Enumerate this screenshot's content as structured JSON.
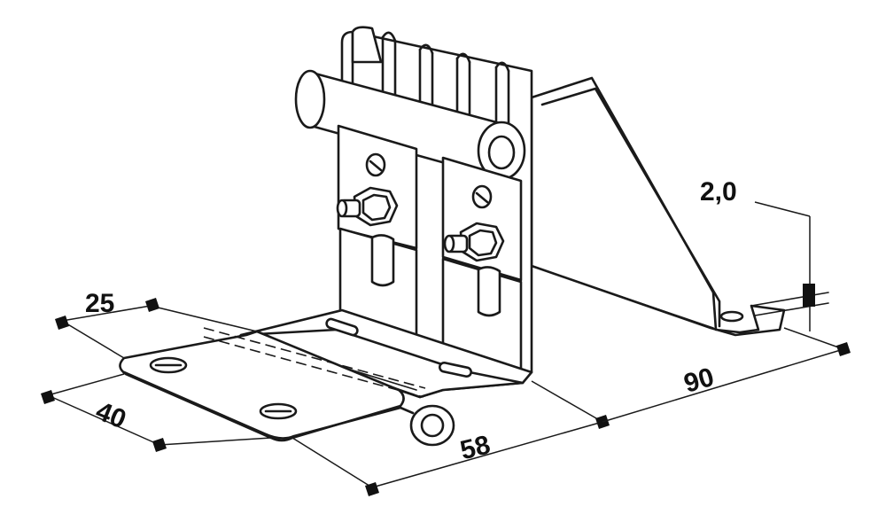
{
  "dimensions": {
    "d25": "25",
    "d40": "40",
    "d58": "58",
    "d90": "90",
    "thickness": "2,0"
  },
  "colors": {
    "ink": "#1a1a1a",
    "background": "#ffffff"
  }
}
